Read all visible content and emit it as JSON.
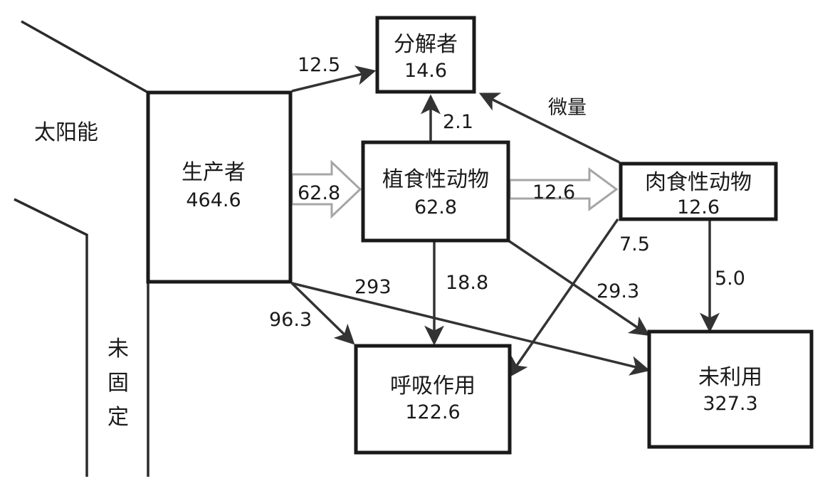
{
  "sun": {
    "label": "太阳能"
  },
  "unfixed": {
    "chars": [
      "未",
      "固",
      "定"
    ]
  },
  "nodes": {
    "producer": {
      "name": "生产者",
      "value": "464.6"
    },
    "decomposer": {
      "name": "分解者",
      "value": "14.6"
    },
    "herbivore": {
      "name": "植食性动物",
      "value": "62.8"
    },
    "carnivore": {
      "name": "肉食性动物",
      "value": "12.6"
    },
    "respiration": {
      "name": "呼吸作用",
      "value": "122.6"
    },
    "unused": {
      "name": "未利用",
      "value": "327.3"
    }
  },
  "flows": {
    "producer_to_decomposer": "12.5",
    "producer_to_herbivore": "62.8",
    "herbivore_to_decomposer": "2.1",
    "carnivore_to_decomposer": "微量",
    "herbivore_to_carnivore": "12.6",
    "producer_to_respiration": "96.3",
    "producer_to_unused": "293",
    "herbivore_to_respiration": "18.8",
    "herbivore_to_unused": "29.3",
    "carnivore_to_respiration": "7.5",
    "carnivore_to_unused": "5.0"
  }
}
